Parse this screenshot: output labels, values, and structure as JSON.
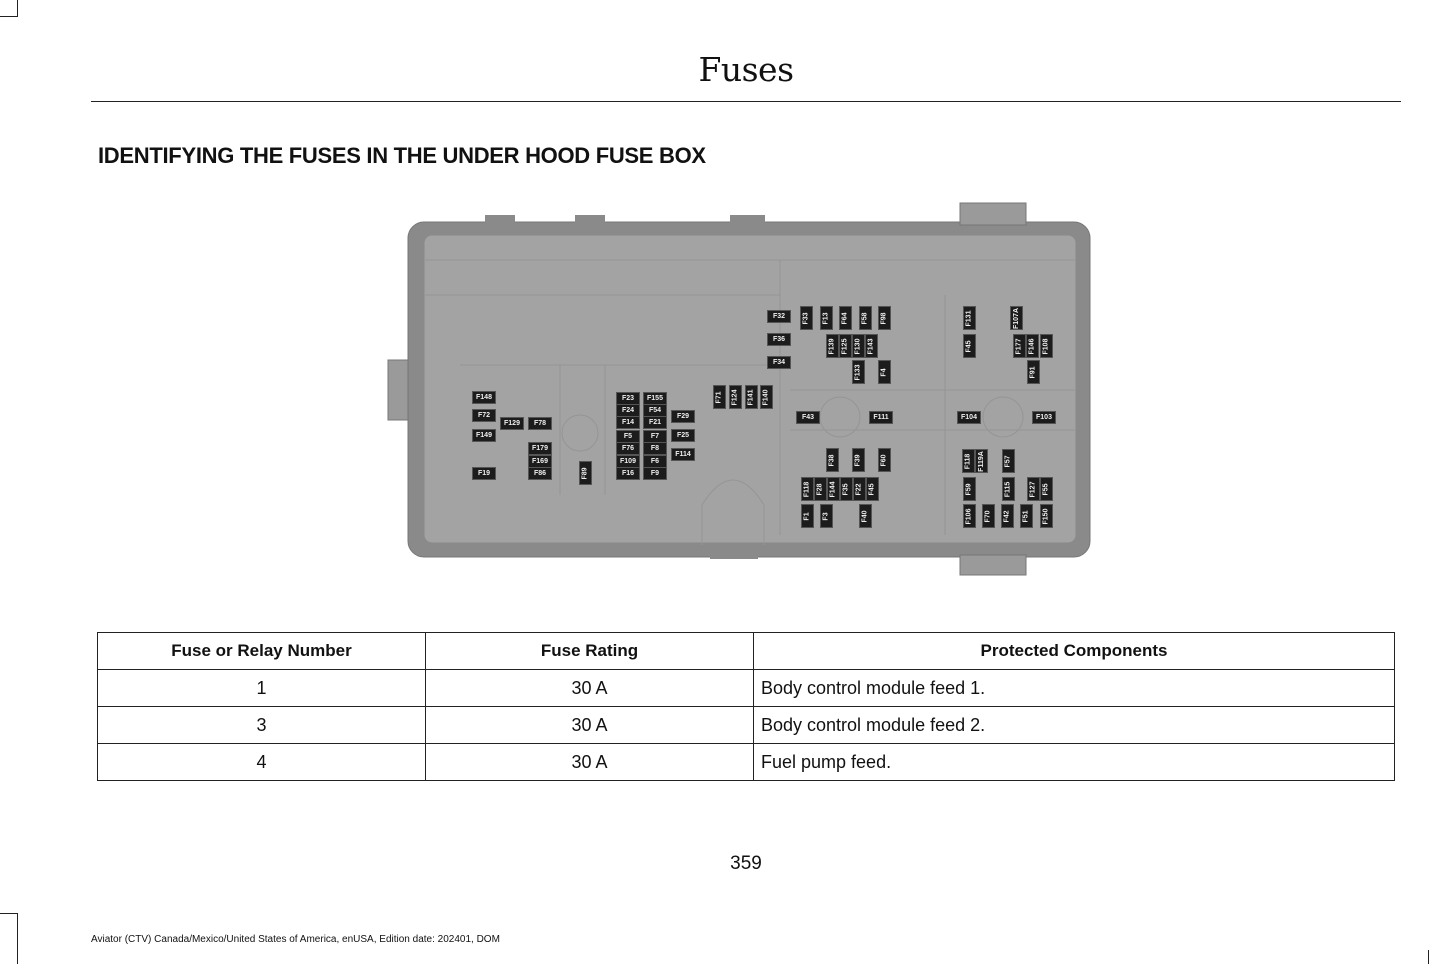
{
  "header": {
    "title": "Fuses"
  },
  "section_title": "IDENTIFYING THE FUSES IN THE UNDER HOOD FUSE BOX",
  "diagram": {
    "fuse_labels": [
      "F148",
      "F72",
      "F149",
      "F19",
      "F129",
      "F78",
      "F179",
      "F169",
      "F86",
      "F89",
      "F23",
      "F24",
      "F14",
      "F5",
      "F76",
      "F109",
      "F16",
      "F155",
      "F54",
      "F21",
      "F7",
      "F8",
      "F6",
      "F9",
      "F29",
      "F25",
      "F114",
      "F71",
      "F124",
      "F141",
      "F140",
      "F32",
      "F36",
      "F34",
      "F33",
      "F13",
      "F64",
      "F58",
      "F98",
      "F139",
      "F125",
      "F130",
      "F143",
      "F133",
      "F4",
      "F43",
      "F111",
      "F38",
      "F39",
      "F60",
      "F118",
      "F28",
      "F144",
      "F35",
      "F22",
      "F45",
      "F1",
      "F3",
      "F40",
      "F131",
      "F107A",
      "F45",
      "F177",
      "F146",
      "F108",
      "F91",
      "F104",
      "F103",
      "F118",
      "F119A",
      "F57",
      "F59",
      "F115",
      "F127",
      "F55",
      "F106",
      "F70",
      "F42",
      "F51",
      "F150"
    ]
  },
  "table": {
    "headers": [
      "Fuse or Relay Number",
      "Fuse Rating",
      "Protected Components"
    ],
    "rows": [
      [
        "1",
        "30 A",
        "Body control module feed 1."
      ],
      [
        "3",
        "30 A",
        "Body control module feed 2."
      ],
      [
        "4",
        "30 A",
        "Fuel pump feed."
      ]
    ]
  },
  "page_number": "359",
  "footer": "Aviator (CTV) Canada/Mexico/United States of America, enUSA, Edition date: 202401, DOM"
}
